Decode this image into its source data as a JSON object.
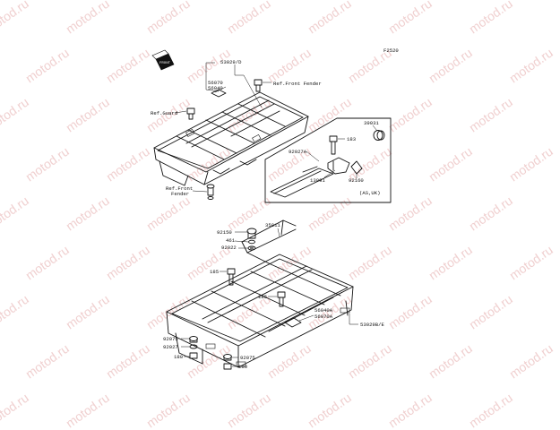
{
  "diagram": {
    "code": "F2520",
    "watermark": "motod.ru",
    "front_badge": "FRONT",
    "inset_note": "(AS,UK)",
    "labels": {
      "p53029d": "53029/D",
      "p56070": "56070",
      "p56040": "56040",
      "ref_front_fender_top": "Ref.Front Fender",
      "ref_guard": "Ref.Guard",
      "ref_front": "Ref.Front",
      "fender": "Fender",
      "p39031": "39031",
      "p183": "183",
      "p92027a": "92027A",
      "p13091": "13091",
      "p92160": "92160",
      "p92150": "92150",
      "p35011": "35011",
      "p461": "461",
      "p92022": "92022",
      "p185a": "185",
      "p185b": "185",
      "p56040a": "56040A",
      "p56070a": "56070A",
      "p53029be": "53029B/E",
      "p92075a": "92075",
      "p92027": "92027",
      "p180a": "180",
      "p92075b": "92075",
      "p180b": "180"
    }
  }
}
